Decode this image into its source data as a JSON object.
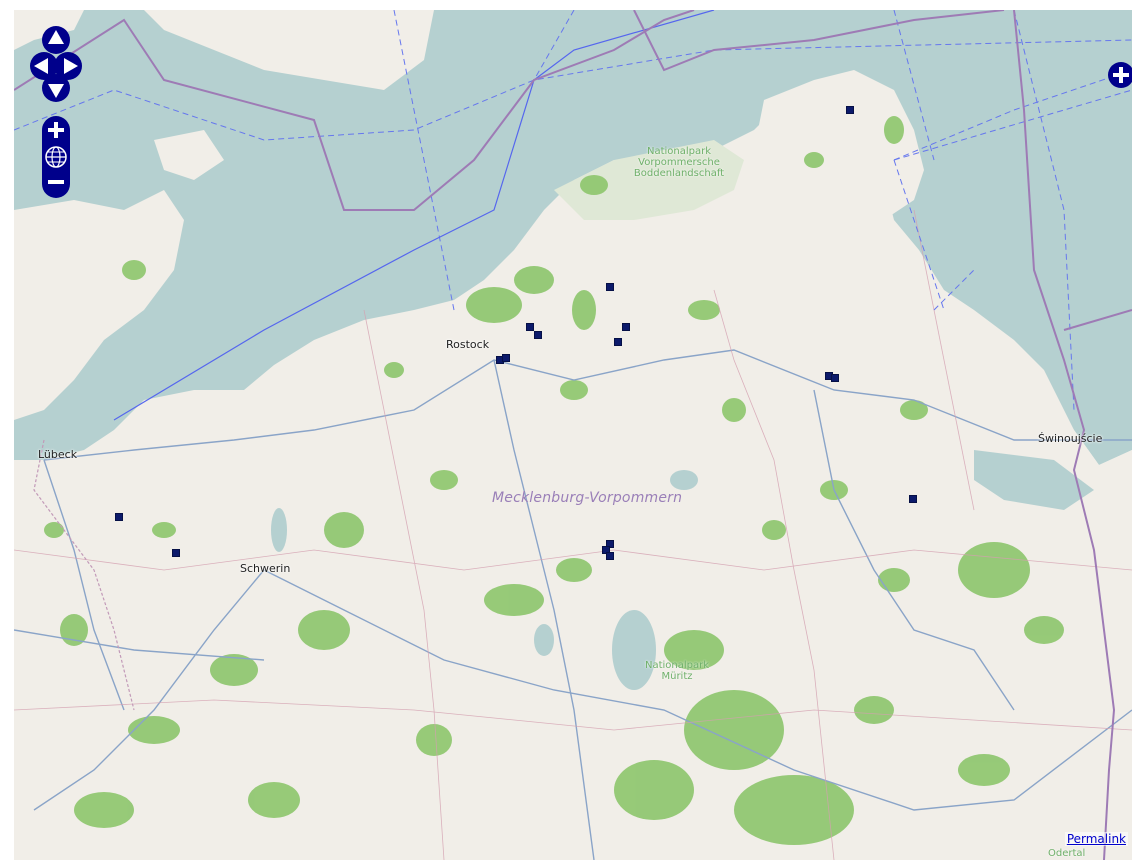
{
  "map": {
    "labels": {
      "rostock": "Rostock",
      "lubeck": "Lübeck",
      "schwerin": "Schwerin",
      "swinoujscie": "Świnoujście",
      "region": "Mecklenburg-Vorpommern",
      "park_boddenlandschaft": "Nationalpark Vorpommersche Boddenlandschaft",
      "park_muritz": "Nationalpark Müritz",
      "park_odertal": "Odertal"
    },
    "permalink": "Permalink",
    "controls": {
      "pan_up": "pan-up-icon",
      "pan_left": "pan-left-icon",
      "pan_right": "pan-right-icon",
      "pan_down": "pan-down-icon",
      "zoom_in": "zoom-in-icon",
      "zoom_world": "globe-icon",
      "zoom_out": "zoom-out-icon",
      "layer_switcher": "layer-switcher-plus-icon"
    },
    "colors": {
      "water": "#b5d0d0",
      "land": "#f1eee8",
      "forest": "#8dc56c",
      "border": "#9e7bb5",
      "marker": "#0c1a6b",
      "control": "#00008b"
    }
  }
}
